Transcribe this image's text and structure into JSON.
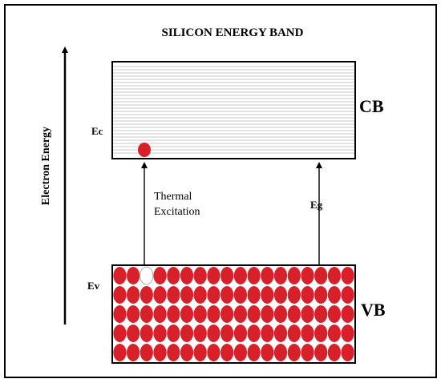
{
  "title": "SILICON ENERGY BAND",
  "axis_label": "Electron Energy",
  "conduction_band": {
    "label": "CB",
    "level_label": "Ec",
    "electrons": 1
  },
  "valence_band": {
    "label": "VB",
    "level_label": "Ev",
    "rows": 5,
    "columns": 18,
    "holes": 1
  },
  "transitions": {
    "excitation_label_line1": "Thermal",
    "excitation_label_line2": "Excitation",
    "gap_label": "Eg"
  },
  "colors": {
    "electron": "#d8202b",
    "band_line": "#c8c8c8",
    "frame": "#000000"
  }
}
